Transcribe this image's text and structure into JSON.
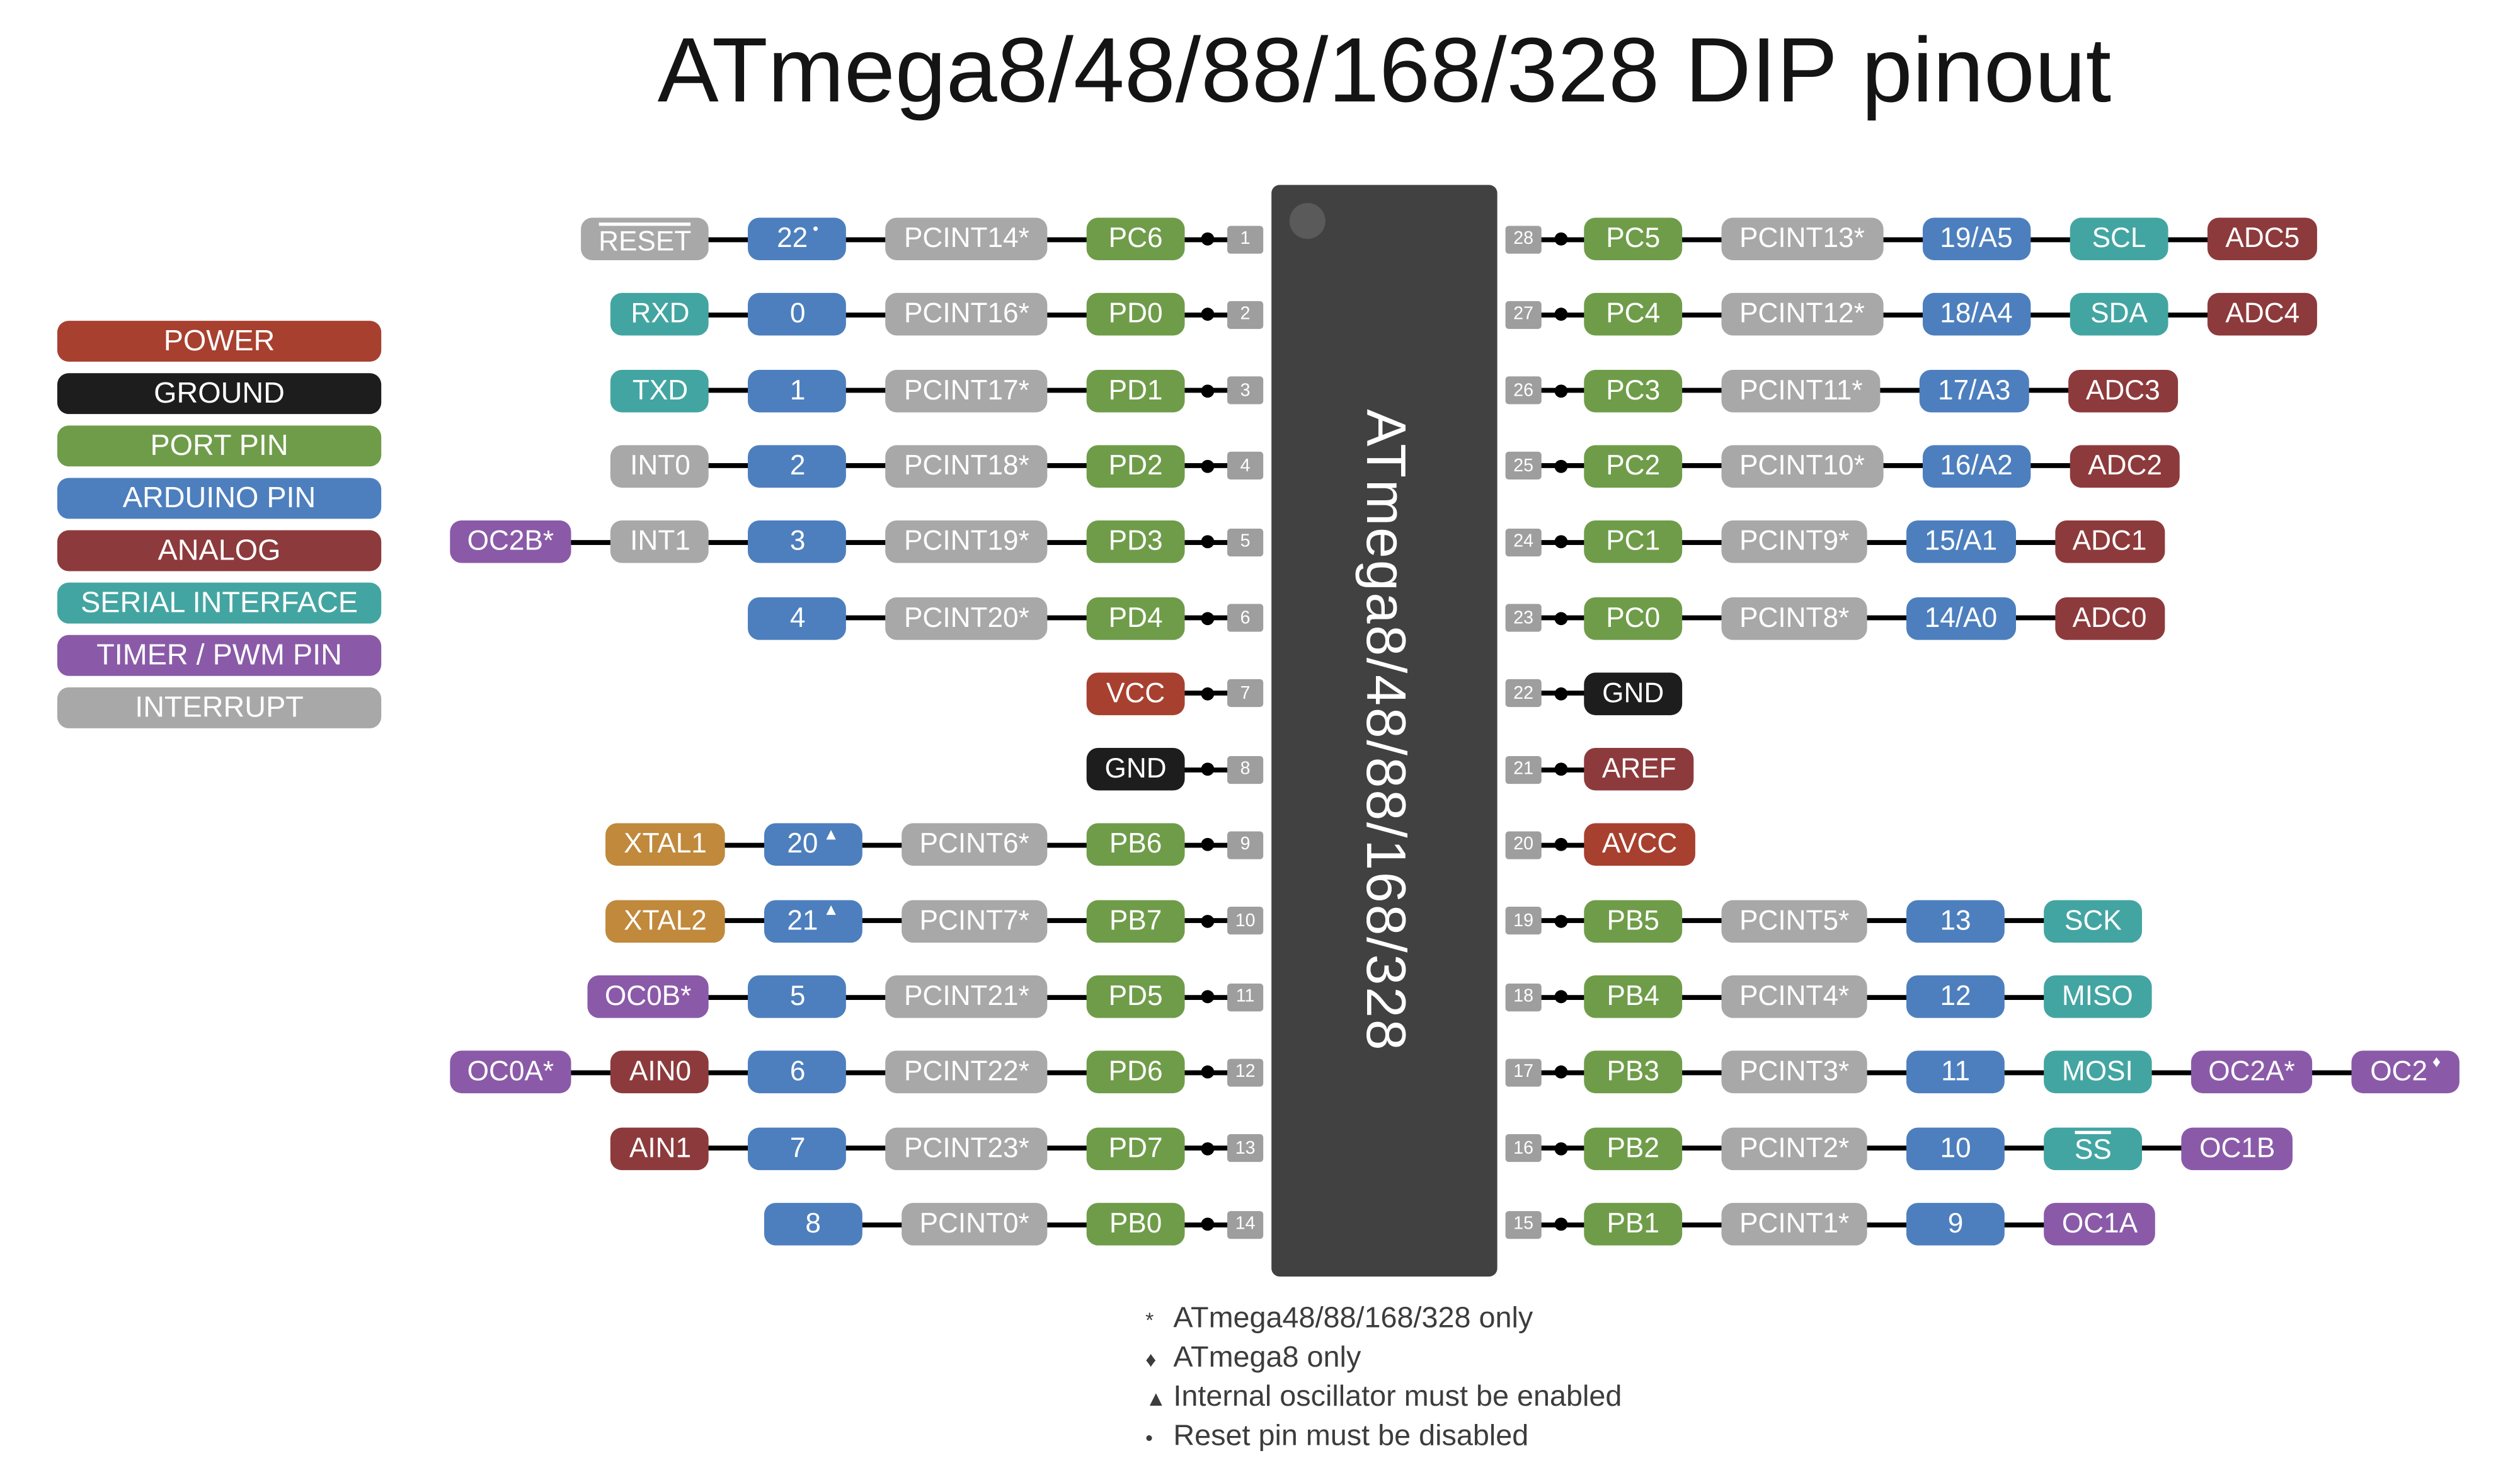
{
  "title": "ATmega8/48/88/168/328 DIP pinout",
  "chip": {
    "label": "ATmega8/48/88/168/328"
  },
  "colors": {
    "power": "#a8402f",
    "ground": "#1d1d1d",
    "port": "#6f9c49",
    "arduino": "#4d7fbe",
    "analog": "#8d3a3c",
    "serial": "#43a5a2",
    "timer": "#8a5aa8",
    "interrupt": "#a8a8a8",
    "xtal": "#c0893c",
    "pin_square": "#9e9e9e",
    "chip_body": "#414141",
    "chip_pin1_dot": "#5a5a5a",
    "wire": "#000000"
  },
  "legend": [
    {
      "label": "POWER",
      "type": "power"
    },
    {
      "label": "GROUND",
      "type": "ground"
    },
    {
      "label": "PORT PIN",
      "type": "port"
    },
    {
      "label": "ARDUINO PIN",
      "type": "arduino"
    },
    {
      "label": "ANALOG",
      "type": "analog"
    },
    {
      "label": "SERIAL INTERFACE",
      "type": "serial"
    },
    {
      "label": "TIMER / PWM PIN",
      "type": "timer"
    },
    {
      "label": "INTERRUPT",
      "type": "interrupt"
    }
  ],
  "left_rows": [
    {
      "pin": "1",
      "pills": [
        {
          "label": "RESET",
          "type": "interrupt",
          "overline": true
        },
        {
          "label": "22",
          "type": "arduino",
          "marker": "•"
        },
        {
          "label": "PCINT14*",
          "type": "interrupt"
        },
        {
          "label": "PC6",
          "type": "port"
        }
      ]
    },
    {
      "pin": "2",
      "pills": [
        {
          "label": "RXD",
          "type": "serial"
        },
        {
          "label": "0",
          "type": "arduino"
        },
        {
          "label": "PCINT16*",
          "type": "interrupt"
        },
        {
          "label": "PD0",
          "type": "port"
        }
      ]
    },
    {
      "pin": "3",
      "pills": [
        {
          "label": "TXD",
          "type": "serial"
        },
        {
          "label": "1",
          "type": "arduino"
        },
        {
          "label": "PCINT17*",
          "type": "interrupt"
        },
        {
          "label": "PD1",
          "type": "port"
        }
      ]
    },
    {
      "pin": "4",
      "pills": [
        {
          "label": "INT0",
          "type": "interrupt"
        },
        {
          "label": "2",
          "type": "arduino"
        },
        {
          "label": "PCINT18*",
          "type": "interrupt"
        },
        {
          "label": "PD2",
          "type": "port"
        }
      ]
    },
    {
      "pin": "5",
      "pills": [
        {
          "label": "OC2B*",
          "type": "timer"
        },
        {
          "label": "INT1",
          "type": "interrupt"
        },
        {
          "label": "3",
          "type": "arduino"
        },
        {
          "label": "PCINT19*",
          "type": "interrupt"
        },
        {
          "label": "PD3",
          "type": "port"
        }
      ]
    },
    {
      "pin": "6",
      "pills": [
        {
          "label": "4",
          "type": "arduino"
        },
        {
          "label": "PCINT20*",
          "type": "interrupt"
        },
        {
          "label": "PD4",
          "type": "port"
        }
      ]
    },
    {
      "pin": "7",
      "pills": [
        {
          "label": "VCC",
          "type": "power"
        }
      ]
    },
    {
      "pin": "8",
      "pills": [
        {
          "label": "GND",
          "type": "ground"
        }
      ]
    },
    {
      "pin": "9",
      "pills": [
        {
          "label": "XTAL1",
          "type": "xtal"
        },
        {
          "label": "20",
          "type": "arduino",
          "marker": "▲"
        },
        {
          "label": "PCINT6*",
          "type": "interrupt"
        },
        {
          "label": "PB6",
          "type": "port"
        }
      ]
    },
    {
      "pin": "10",
      "pills": [
        {
          "label": "XTAL2",
          "type": "xtal"
        },
        {
          "label": "21",
          "type": "arduino",
          "marker": "▲"
        },
        {
          "label": "PCINT7*",
          "type": "interrupt"
        },
        {
          "label": "PB7",
          "type": "port"
        }
      ]
    },
    {
      "pin": "11",
      "pills": [
        {
          "label": "OC0B*",
          "type": "timer"
        },
        {
          "label": "5",
          "type": "arduino"
        },
        {
          "label": "PCINT21*",
          "type": "interrupt"
        },
        {
          "label": "PD5",
          "type": "port"
        }
      ]
    },
    {
      "pin": "12",
      "pills": [
        {
          "label": "OC0A*",
          "type": "timer"
        },
        {
          "label": "AIN0",
          "type": "analog"
        },
        {
          "label": "6",
          "type": "arduino"
        },
        {
          "label": "PCINT22*",
          "type": "interrupt"
        },
        {
          "label": "PD6",
          "type": "port"
        }
      ]
    },
    {
      "pin": "13",
      "pills": [
        {
          "label": "AIN1",
          "type": "analog"
        },
        {
          "label": "7",
          "type": "arduino"
        },
        {
          "label": "PCINT23*",
          "type": "interrupt"
        },
        {
          "label": "PD7",
          "type": "port"
        }
      ]
    },
    {
      "pin": "14",
      "pills": [
        {
          "label": "8",
          "type": "arduino"
        },
        {
          "label": "PCINT0*",
          "type": "interrupt"
        },
        {
          "label": "PB0",
          "type": "port"
        }
      ]
    }
  ],
  "right_rows": [
    {
      "pin": "28",
      "pills": [
        {
          "label": "PC5",
          "type": "port"
        },
        {
          "label": "PCINT13*",
          "type": "interrupt"
        },
        {
          "label": "19/A5",
          "type": "arduino"
        },
        {
          "label": "SCL",
          "type": "serial"
        },
        {
          "label": "ADC5",
          "type": "analog"
        }
      ]
    },
    {
      "pin": "27",
      "pills": [
        {
          "label": "PC4",
          "type": "port"
        },
        {
          "label": "PCINT12*",
          "type": "interrupt"
        },
        {
          "label": "18/A4",
          "type": "arduino"
        },
        {
          "label": "SDA",
          "type": "serial"
        },
        {
          "label": "ADC4",
          "type": "analog"
        }
      ]
    },
    {
      "pin": "26",
      "pills": [
        {
          "label": "PC3",
          "type": "port"
        },
        {
          "label": "PCINT11*",
          "type": "interrupt"
        },
        {
          "label": "17/A3",
          "type": "arduino"
        },
        {
          "label": "ADC3",
          "type": "analog"
        }
      ]
    },
    {
      "pin": "25",
      "pills": [
        {
          "label": "PC2",
          "type": "port"
        },
        {
          "label": "PCINT10*",
          "type": "interrupt"
        },
        {
          "label": "16/A2",
          "type": "arduino"
        },
        {
          "label": "ADC2",
          "type": "analog"
        }
      ]
    },
    {
      "pin": "24",
      "pills": [
        {
          "label": "PC1",
          "type": "port"
        },
        {
          "label": "PCINT9*",
          "type": "interrupt"
        },
        {
          "label": "15/A1",
          "type": "arduino"
        },
        {
          "label": "ADC1",
          "type": "analog"
        }
      ]
    },
    {
      "pin": "23",
      "pills": [
        {
          "label": "PC0",
          "type": "port"
        },
        {
          "label": "PCINT8*",
          "type": "interrupt"
        },
        {
          "label": "14/A0",
          "type": "arduino"
        },
        {
          "label": "ADC0",
          "type": "analog"
        }
      ]
    },
    {
      "pin": "22",
      "pills": [
        {
          "label": "GND",
          "type": "ground"
        }
      ]
    },
    {
      "pin": "21",
      "pills": [
        {
          "label": "AREF",
          "type": "analog"
        }
      ]
    },
    {
      "pin": "20",
      "pills": [
        {
          "label": "AVCC",
          "type": "power"
        }
      ]
    },
    {
      "pin": "19",
      "pills": [
        {
          "label": "PB5",
          "type": "port"
        },
        {
          "label": "PCINT5*",
          "type": "interrupt"
        },
        {
          "label": "13",
          "type": "arduino"
        },
        {
          "label": "SCK",
          "type": "serial"
        }
      ]
    },
    {
      "pin": "18",
      "pills": [
        {
          "label": "PB4",
          "type": "port"
        },
        {
          "label": "PCINT4*",
          "type": "interrupt"
        },
        {
          "label": "12",
          "type": "arduino"
        },
        {
          "label": "MISO",
          "type": "serial"
        }
      ]
    },
    {
      "pin": "17",
      "pills": [
        {
          "label": "PB3",
          "type": "port"
        },
        {
          "label": "PCINT3*",
          "type": "interrupt"
        },
        {
          "label": "11",
          "type": "arduino"
        },
        {
          "label": "MOSI",
          "type": "serial"
        },
        {
          "label": "OC2A*",
          "type": "timer"
        },
        {
          "label": "OC2",
          "type": "timer",
          "marker": "♦"
        }
      ]
    },
    {
      "pin": "16",
      "pills": [
        {
          "label": "PB2",
          "type": "port"
        },
        {
          "label": "PCINT2*",
          "type": "interrupt"
        },
        {
          "label": "10",
          "type": "arduino"
        },
        {
          "label": "SS",
          "type": "serial",
          "overline": true
        },
        {
          "label": "OC1B",
          "type": "timer"
        }
      ]
    },
    {
      "pin": "15",
      "pills": [
        {
          "label": "PB1",
          "type": "port"
        },
        {
          "label": "PCINT1*",
          "type": "interrupt"
        },
        {
          "label": "9",
          "type": "arduino"
        },
        {
          "label": "OC1A",
          "type": "timer"
        }
      ]
    }
  ],
  "footnotes": [
    {
      "marker": "*",
      "text": "ATmega48/88/168/328 only"
    },
    {
      "marker": "♦",
      "text": "ATmega8 only"
    },
    {
      "marker": "▲",
      "text": "Internal oscillator must be enabled"
    },
    {
      "marker": "•",
      "text": "Reset pin must be disabled"
    }
  ]
}
